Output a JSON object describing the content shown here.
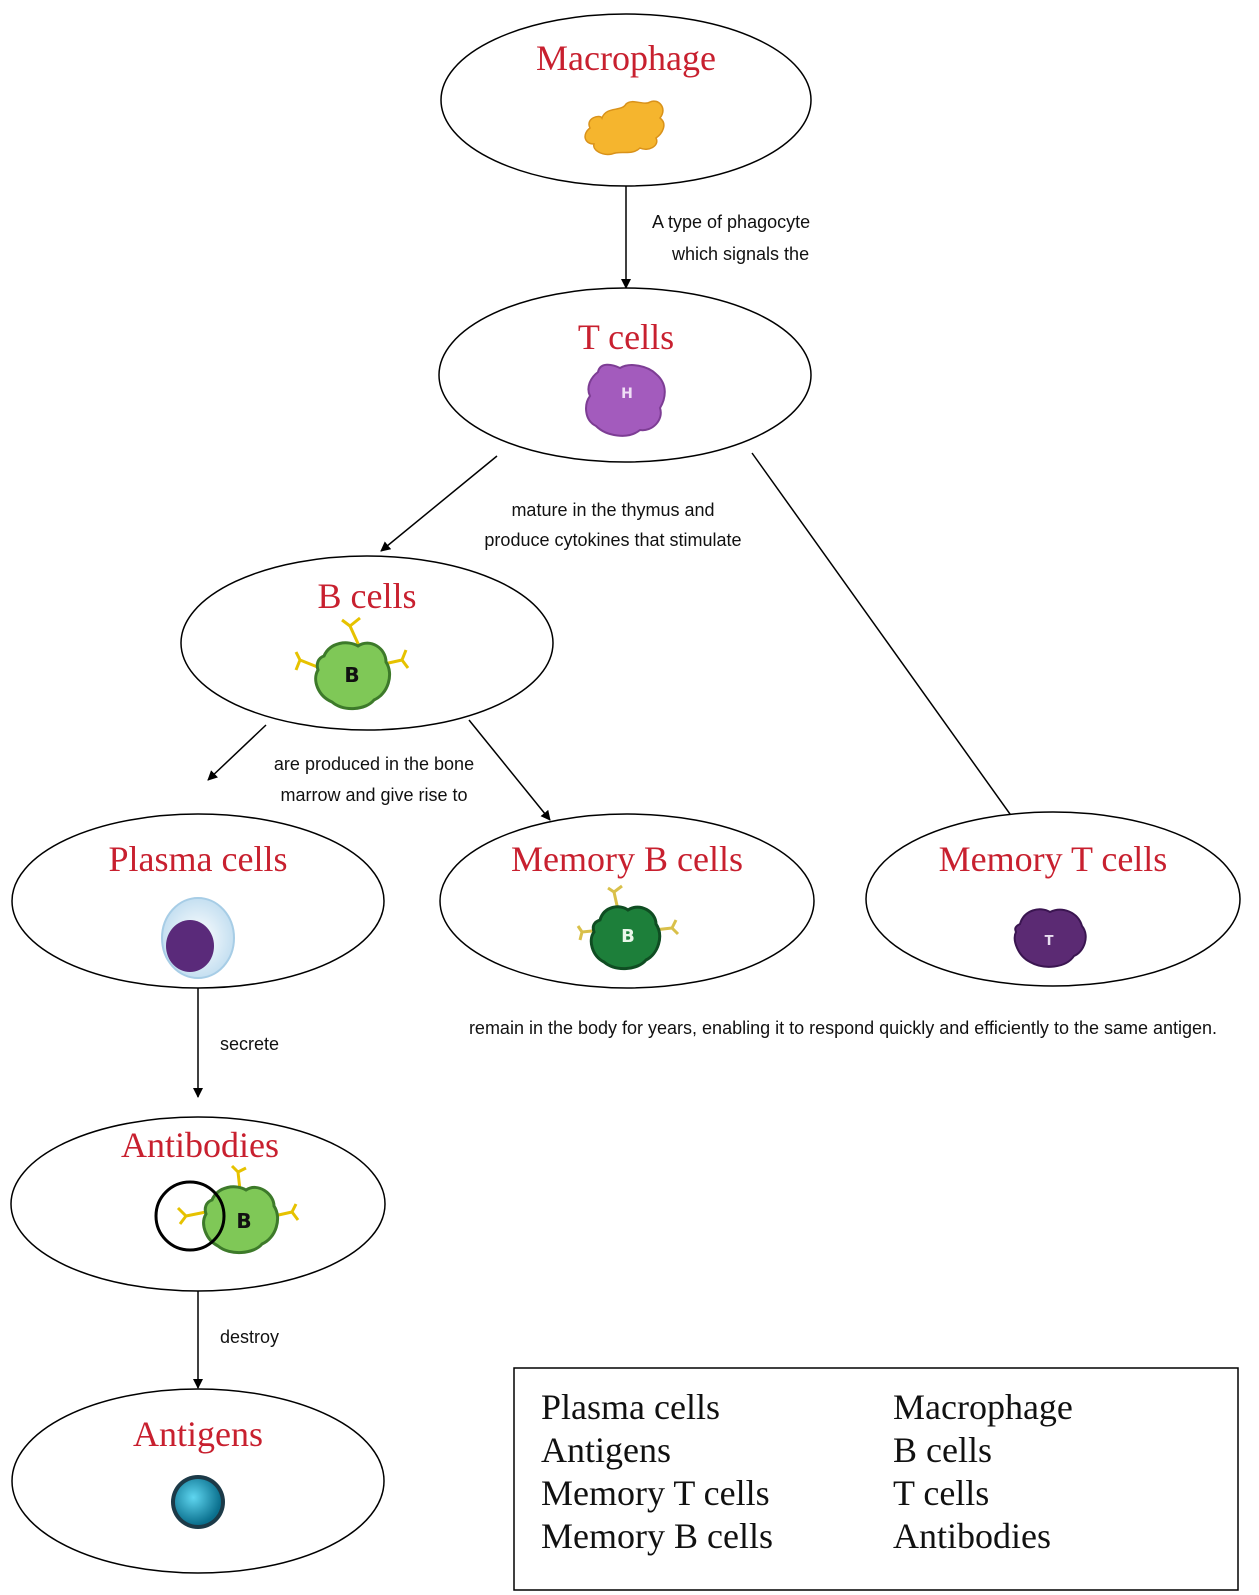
{
  "nodes": {
    "macrophage": "Macrophage",
    "t_cells": "T cells",
    "b_cells": "B cells",
    "plasma_cells": "Plasma cells",
    "memory_b_cells": "Memory B cells",
    "memory_t_cells": "Memory T cells",
    "antibodies": "Antibodies",
    "antigens": "Antigens"
  },
  "cell_letters": {
    "helper_t": "H",
    "b": "B",
    "memory_b": "B",
    "memory_t": "T",
    "antibody_b": "B"
  },
  "edges": {
    "macrophage_to_t": [
      "A type of phagocyte",
      "which signals the"
    ],
    "t_to_b": [
      "mature in the thymus and",
      "produce cytokines that stimulate"
    ],
    "b_to_plasma_memory": [
      "are produced in the bone",
      "marrow and give rise to"
    ],
    "memory_note": "remain in the body for years, enabling it to respond quickly and efficiently to the same antigen.",
    "plasma_to_antibodies": "secrete",
    "antibodies_to_antigens": "destroy"
  },
  "word_bank": {
    "left": [
      "Plasma cells",
      "Antigens",
      "Memory T cells",
      "Memory B cells"
    ],
    "right": [
      "Macrophage",
      "B cells",
      "T cells",
      "Antibodies"
    ]
  },
  "colors": {
    "title": "#c8202f",
    "macrophage": "#f5b52e",
    "helper_t": "#a35bbd",
    "b_cell": "#6cbd45",
    "memory_b": "#1d7f3a",
    "memory_t": "#5b2a73",
    "plasma_nucleus": "#5a2a7a",
    "antigen": "#1aa3c9"
  }
}
